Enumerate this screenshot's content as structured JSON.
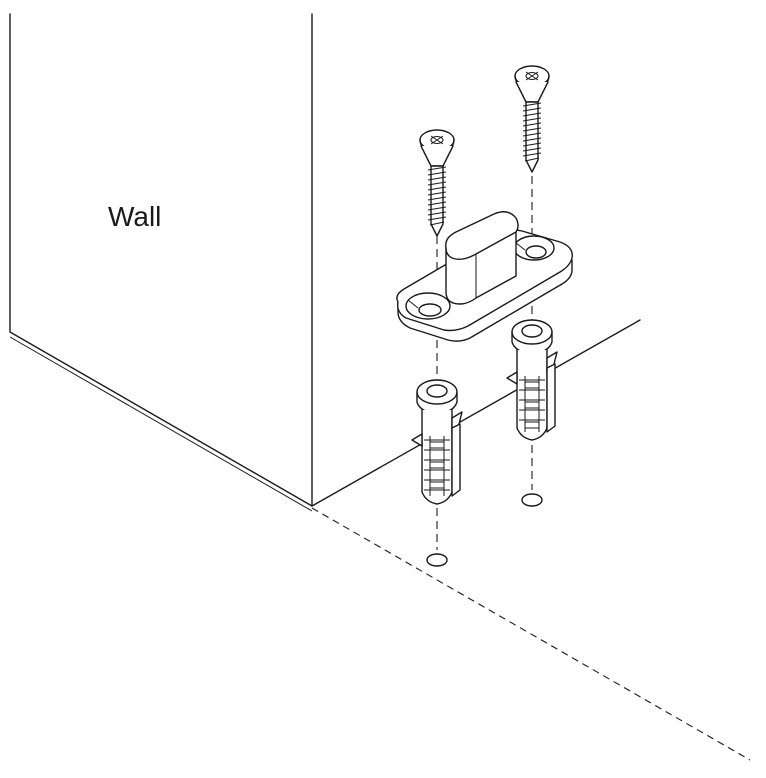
{
  "labels": {
    "wall": "Wall"
  },
  "parts": {
    "screws": 2,
    "wall_plugs": 2,
    "floor_holes": 2,
    "stop_plate": 1
  }
}
